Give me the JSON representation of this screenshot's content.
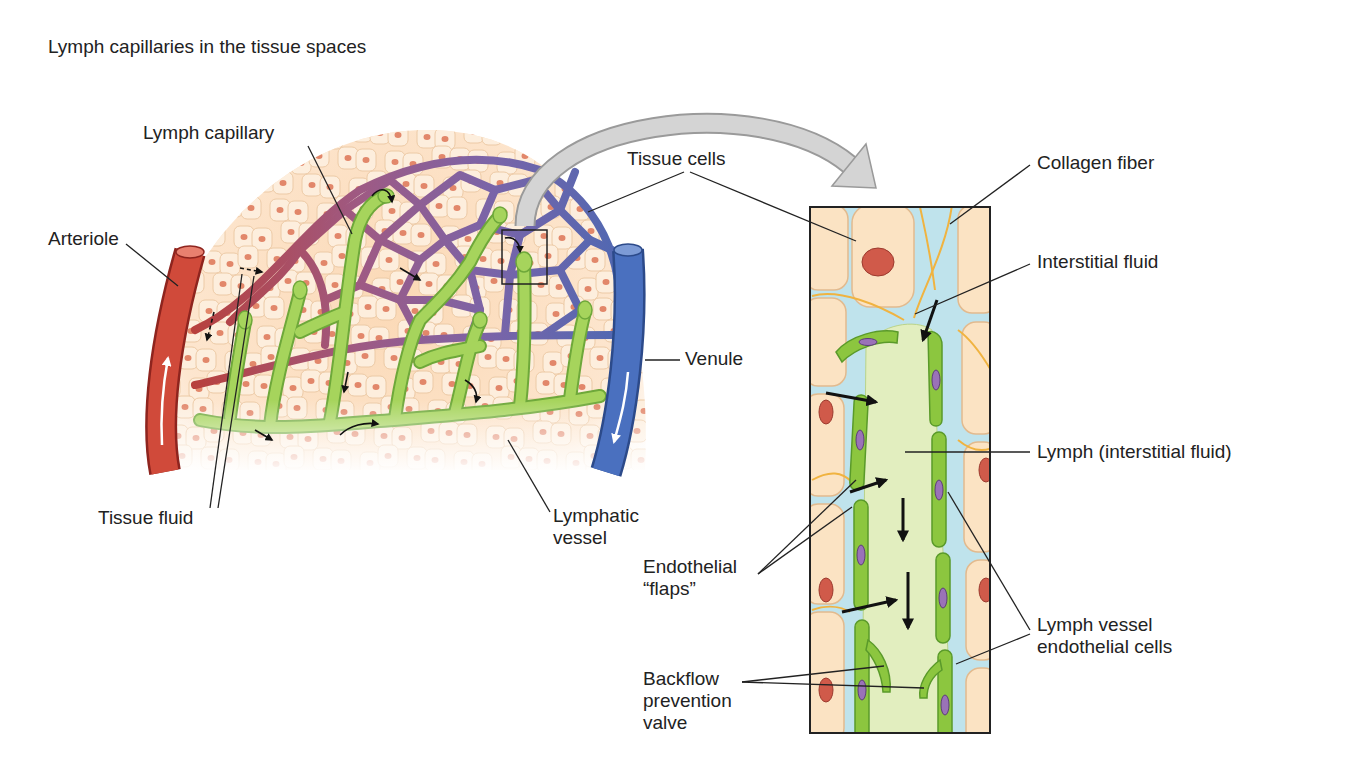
{
  "diagram": {
    "title": "Lymph capillaries in the tissue spaces",
    "labels": [
      "Lymph capillary",
      "Tissue cells",
      "Collagen fiber",
      "Arteriole",
      "Interstitial fluid",
      "Venule",
      "Lymph (interstitial fluid)",
      "Tissue fluid",
      "Lymphatic vessel",
      "Endothelial “flaps”",
      "Lymph vessel endothelial cells",
      "Backflow prevention valve"
    ]
  }
}
